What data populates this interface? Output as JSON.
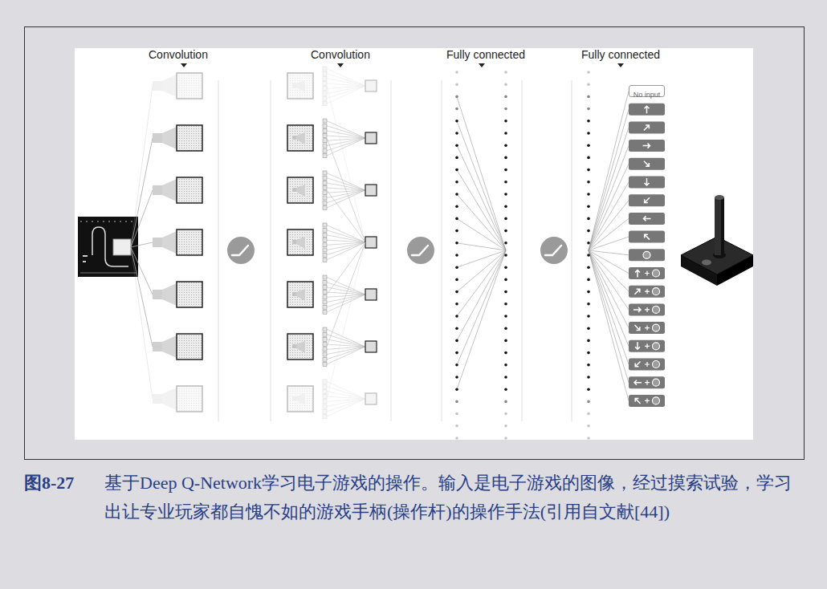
{
  "diagram": {
    "caption": "基于Deep Q-Network学习电子游戏的操作。输入是电子游戏的图像，经过摸索试验，学习出让专业玩家都自愧不如的游戏手柄(操作杆)的操作手法(引用自文献[44])",
    "nodes": [
      {
        "text": [
          "No input"
        ]
      }
    ],
    "labels": [
      "Convolution",
      "Convolution",
      "Fully connected",
      "Fully connected",
      "图8-27"
    ]
  }
}
